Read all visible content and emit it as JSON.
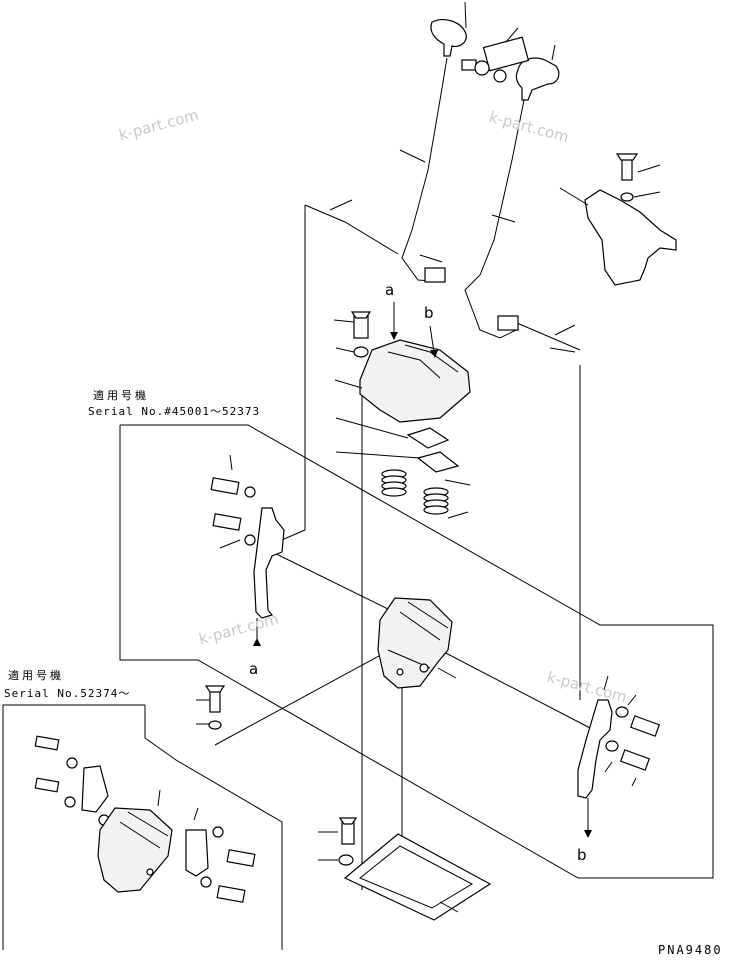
{
  "watermarks": [
    "k-part.com",
    "k-part.com",
    "k-part.com",
    "k-part.com"
  ],
  "serial_block_1": {
    "title": "適用号機",
    "range": "Serial No.#45001〜52373"
  },
  "serial_block_2": {
    "title": "適用号機",
    "range": "Serial No.52374〜"
  },
  "callouts": {
    "a_top": "a",
    "b_top": "b",
    "a_bottom": "a",
    "b_bottom": "b"
  },
  "drawing_code": "PNA9480"
}
